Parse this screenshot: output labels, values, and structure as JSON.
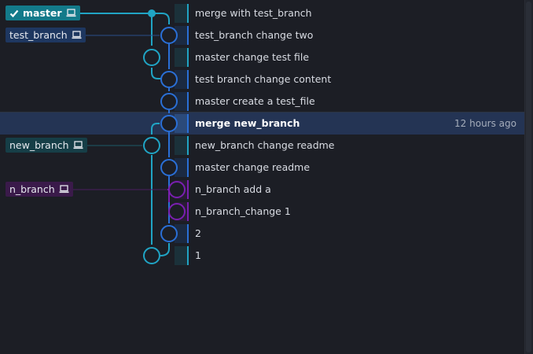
{
  "colors": {
    "background": "#1c1e25",
    "selected_row": "#243454",
    "lane_master": "#20a4c4",
    "lane_blue": "#2a6fd6",
    "lane_purple": "#7a1fb0",
    "ref_master_bg": "#137a8a",
    "ref_test_branch_bg": "#1e3760",
    "ref_new_branch_bg": "#163e47",
    "ref_n_branch_bg": "#3a1a4a"
  },
  "refs": [
    {
      "label": "master",
      "checked": true,
      "icon": "laptop-icon"
    },
    {
      "label": "test_branch",
      "icon": "laptop-icon"
    },
    {
      "label": "new_branch",
      "icon": "laptop-icon"
    },
    {
      "label": "n_branch",
      "icon": "laptop-icon"
    }
  ],
  "commits": [
    {
      "message": "merge with test_branch",
      "lane": 0
    },
    {
      "message": "test_branch change two",
      "lane": 1
    },
    {
      "message": "master change test file",
      "lane": 0
    },
    {
      "message": "test branch change content",
      "lane": 1
    },
    {
      "message": "master create a test_file",
      "lane": 1
    },
    {
      "message": "merge new_branch",
      "lane": 1,
      "selected": true,
      "time": "12 hours ago"
    },
    {
      "message": "new_branch change readme",
      "lane": 0
    },
    {
      "message": "master change readme",
      "lane": 1
    },
    {
      "message": "n_branch add a",
      "lane": 2
    },
    {
      "message": "n_branch_change 1",
      "lane": 2
    },
    {
      "message": "2",
      "lane": 1
    },
    {
      "message": "1",
      "lane": 0
    }
  ]
}
